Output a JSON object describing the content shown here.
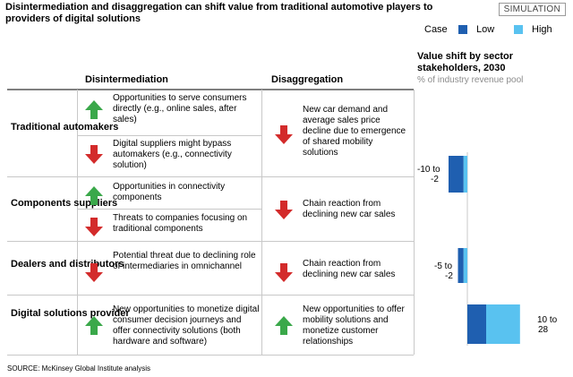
{
  "title": "Disintermediation and disaggregation can shift value from traditional automotive players to providers of digital solutions",
  "badge": "SIMULATION",
  "legend": {
    "case_label": "Case",
    "low_label": "Low",
    "high_label": "High",
    "low_color": "#1f5fb0",
    "high_color": "#59c2f0"
  },
  "columns": {
    "disintermediation": "Disintermediation",
    "disaggregation": "Disaggregation"
  },
  "value_shift": {
    "title": "Value shift by sector stakeholders, 2030",
    "subtitle": "% of industry revenue pool"
  },
  "rows": [
    {
      "label": "Traditional automakers",
      "disintermediation": [
        {
          "arrow": "up",
          "text": "Opportunities to serve consumers directly (e.g., online sales, after sales)"
        },
        {
          "arrow": "down",
          "text": "Digital suppliers might bypass automakers (e.g., connectivity solution)"
        }
      ],
      "disaggregation": {
        "arrow": "down",
        "text": "New car demand and average sales price decline due to emergence of shared mobility solutions"
      },
      "range_label_line1": "-10 to",
      "range_label_line2": "-2"
    },
    {
      "label": "Components suppliers",
      "disintermediation": [
        {
          "arrow": "up",
          "text": "Opportunities in connectivity components"
        },
        {
          "arrow": "down",
          "text": "Threats to companies focusing on traditional components"
        }
      ],
      "disaggregation": {
        "arrow": "down",
        "text": "Chain reaction from declining new car sales"
      }
    },
    {
      "label": "Dealers and distributors",
      "disintermediation": [
        {
          "arrow": "down",
          "text": "Potential threat due to declining role of intermediaries in omnichannel"
        }
      ],
      "disaggregation": {
        "arrow": "down",
        "text": "Chain reaction from declining new car sales"
      },
      "range_label_line1": "-5 to",
      "range_label_line2": "-2"
    },
    {
      "label": "Digital solutions provider",
      "disintermediation": [
        {
          "arrow": "up",
          "text": "New opportunities to monetize digital consumer decision journeys and offer connectivity solutions (both hardware and software)"
        }
      ],
      "disaggregation": {
        "arrow": "up",
        "text": "New opportunities to offer mobility solutions and monetize customer relationships"
      },
      "range_label_line1": "10 to",
      "range_label_line2": "28"
    }
  ],
  "source": "SOURCE:  McKinsey Global Institute analysis",
  "chart_data": {
    "type": "bar",
    "orientation": "horizontal",
    "categories": [
      "Traditional automakers",
      "Components suppliers",
      "Dealers and distributors",
      "Digital solutions provider"
    ],
    "series": [
      {
        "name": "Low",
        "values": [
          -10,
          null,
          -5,
          10
        ],
        "color": "#1f5fb0"
      },
      {
        "name": "High",
        "values": [
          -2,
          null,
          -2,
          28
        ],
        "color": "#59c2f0"
      }
    ],
    "title": "Value shift by sector stakeholders, 2030",
    "subtitle": "% of industry revenue pool",
    "xlim": [
      -12,
      30
    ],
    "legend_position": "top-right"
  }
}
